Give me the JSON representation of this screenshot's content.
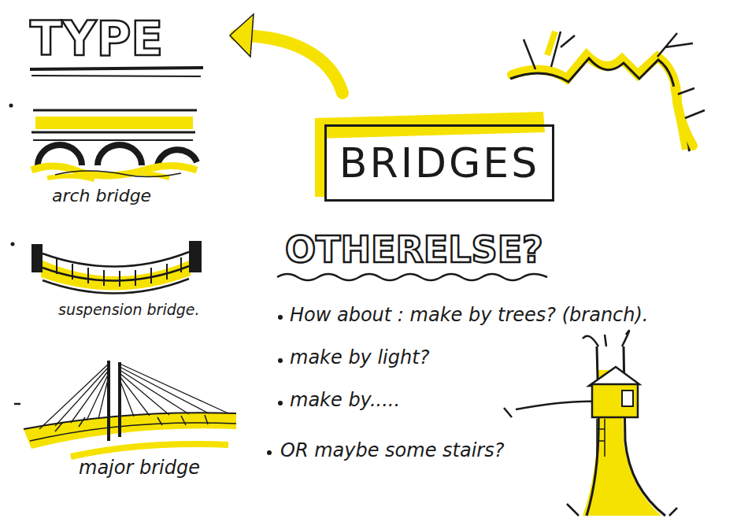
{
  "diagram": {
    "nodes": [
      {
        "text": [
          "BRIDGES"
        ]
      }
    ],
    "labels": [
      "TYPE",
      "arch bridge",
      "suspension bridge.",
      "major bridge",
      "OTHERELSE?",
      "How about : make by trees? (branch).",
      "make by light?",
      "make by.....",
      "OR maybe some stairs?"
    ]
  }
}
